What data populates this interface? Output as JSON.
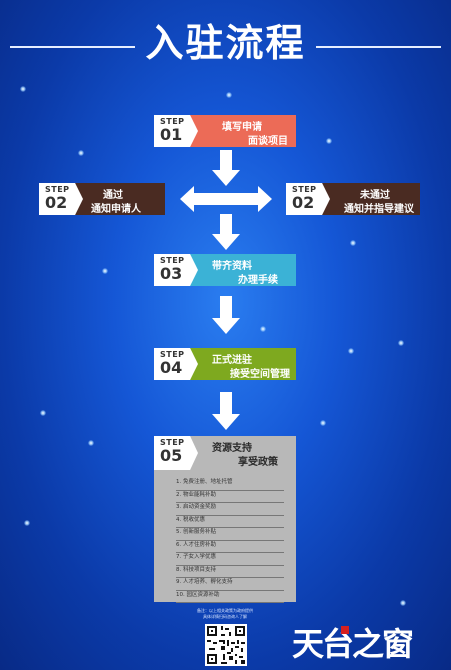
{
  "title": "入驻流程",
  "step_word": "STEP",
  "steps": {
    "s1": {
      "num": "01",
      "line1": "填写申请",
      "line2": "面谈项目",
      "color": "#ec6b57"
    },
    "s2_pass": {
      "num": "02",
      "line1": "通过",
      "line2": "通知申请人",
      "color": "#4a2b22"
    },
    "s2_fail": {
      "num": "02",
      "line1": "未通过",
      "line2": "通知并指导建议",
      "color": "#4a2b22"
    },
    "s3": {
      "num": "03",
      "line1": "带齐资料",
      "line2": "办理手续",
      "color": "#3bb2d6"
    },
    "s4": {
      "num": "04",
      "line1": "正式进驻",
      "line2": "接受空间管理",
      "color": "#7ea91f"
    },
    "s5": {
      "num": "05",
      "line1": "资源支持",
      "line2": "享受政策",
      "color": "#b8b8b8"
    }
  },
  "benefits": [
    "1. 免费注册、地址托管",
    "2. 物业能耗补助",
    "3. 启动资金奖励",
    "4. 税收优惠",
    "5. 创新服务补贴",
    "6. 人才住房补助",
    "7. 子女入学优惠",
    "8. 科技项目支持",
    "9. 人才培养、孵化支持",
    "10. 园区资源补助"
  ],
  "footnote": {
    "line1": "备注：以上相关政策为政府提供",
    "line2": "具体详情扫码咨询人了解"
  },
  "brand": {
    "text": "天台之窗",
    "seal_color": "#d62020"
  }
}
